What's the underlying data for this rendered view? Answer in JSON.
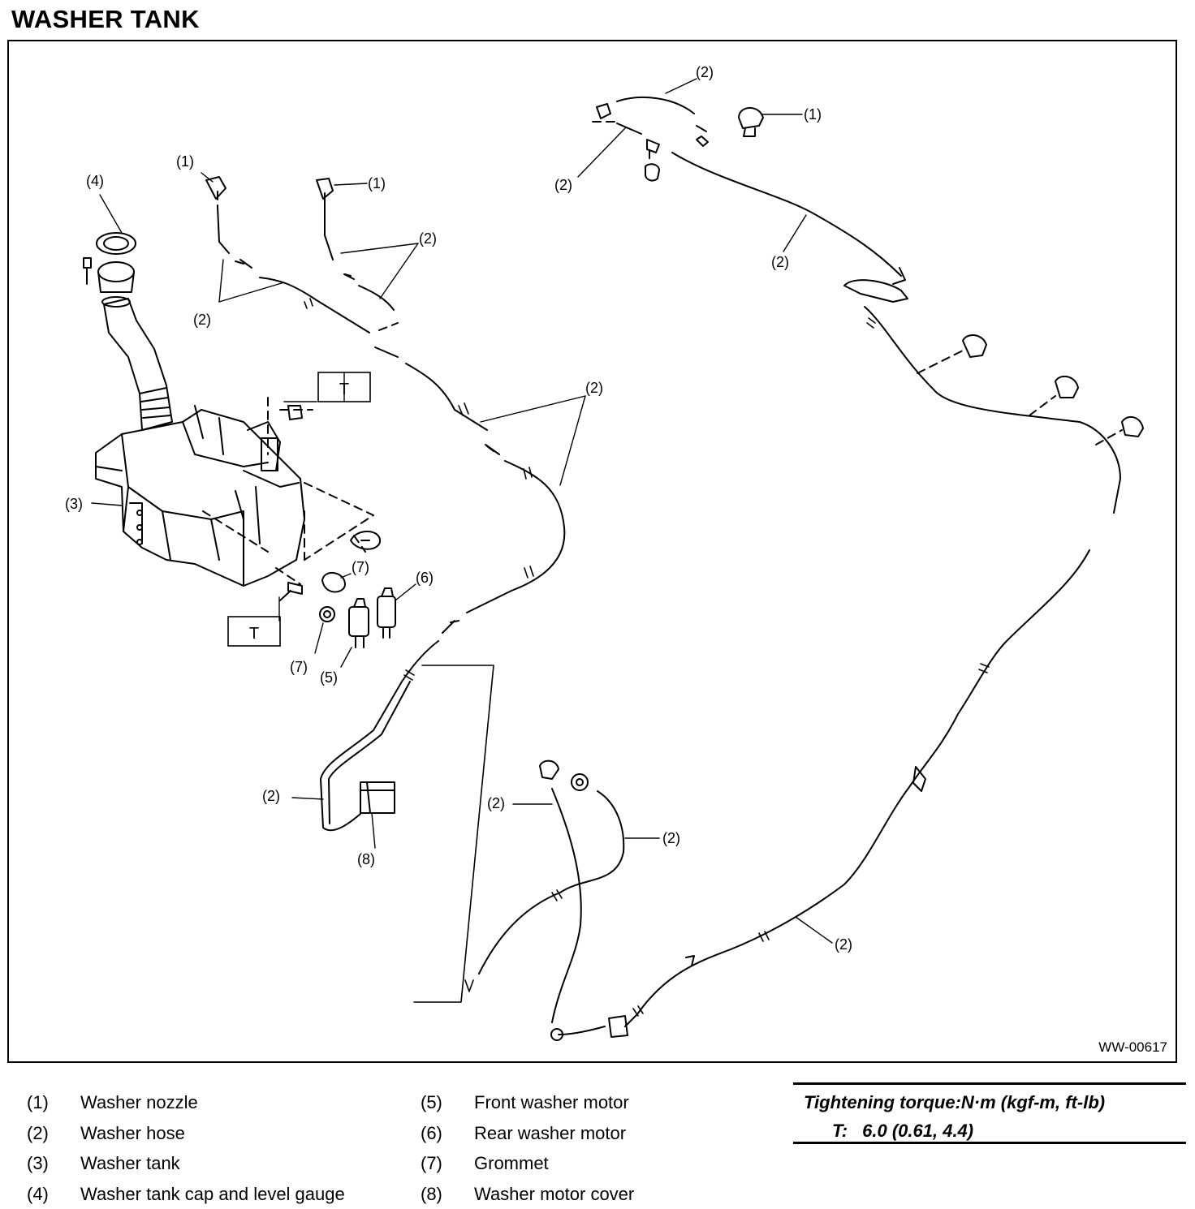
{
  "title": "WASHER TANK",
  "figure_id": "WW-00617",
  "callouts": {
    "c1": "(1)",
    "c2": "(2)",
    "c3": "(3)",
    "c4": "(4)",
    "c5": "(5)",
    "c6": "(6)",
    "c7": "(7)",
    "c8": "(8)",
    "torque_box": "T"
  },
  "legend": [
    {
      "num": "(1)",
      "text": "Washer nozzle"
    },
    {
      "num": "(2)",
      "text": "Washer hose"
    },
    {
      "num": "(3)",
      "text": "Washer tank"
    },
    {
      "num": "(4)",
      "text": "Washer tank cap and level gauge"
    },
    {
      "num": "(5)",
      "text": "Front washer motor"
    },
    {
      "num": "(6)",
      "text": "Rear washer motor"
    },
    {
      "num": "(7)",
      "text": "Grommet"
    },
    {
      "num": "(8)",
      "text": "Washer motor cover"
    }
  ],
  "torque": {
    "heading": "Tightening torque:N·m (kgf-m, ft-lb)",
    "symbol": "T:",
    "value": "6.0 (0.61, 4.4)"
  }
}
